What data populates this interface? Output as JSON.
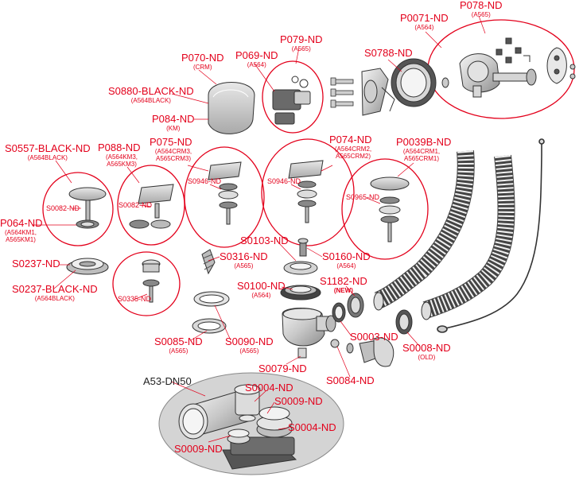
{
  "colors": {
    "label_red": "#e3001b",
    "outline": "#333333",
    "base_ellipse": "#d4d4d4"
  },
  "labels": {
    "p078": {
      "code": "P078-ND",
      "sub": "(A565)"
    },
    "p0071": {
      "code": "P0071-ND",
      "sub": "(A564)"
    },
    "p079": {
      "code": "P079-ND",
      "sub": "(A565)"
    },
    "s0788": {
      "code": "S0788-ND"
    },
    "p070": {
      "code": "P070-ND",
      "sub": "(CRM)"
    },
    "p069": {
      "code": "P069-ND",
      "sub": "(A564)"
    },
    "s0880": {
      "code": "S0880-BLACK-ND",
      "sub": "(A564BLACK)"
    },
    "p084": {
      "code": "P084-ND",
      "sub": "(KM)"
    },
    "s0557": {
      "code": "S0557-BLACK-ND",
      "sub": "(A564BLACK)"
    },
    "p088": {
      "code": "P088-ND",
      "sub": "(A564KM3, A565KM3)"
    },
    "p075": {
      "code": "P075-ND",
      "sub": "(A564CRM3, A565CRM3)"
    },
    "p074": {
      "code": "P074-ND",
      "sub": "(A564CRM2, A565CRM2)"
    },
    "p0039b": {
      "code": "P0039B-ND",
      "sub": "(A564CRM1, A565CRM1)"
    },
    "s0946a": {
      "code": "S0946-ND"
    },
    "s0946b": {
      "code": "S0946-ND"
    },
    "s0965": {
      "code": "S0965-ND"
    },
    "s0082a": {
      "code": "S0082-ND"
    },
    "s0082b": {
      "code": "S0082-ND"
    },
    "p064": {
      "code": "P064-ND",
      "sub": "(A564KM1, A565KM1)"
    },
    "s0103": {
      "code": "S0103-ND"
    },
    "s0316": {
      "code": "S0316-ND",
      "sub": "(A565)"
    },
    "s0160": {
      "code": "S0160-ND",
      "sub": "(A564)"
    },
    "s0237": {
      "code": "S0237-ND"
    },
    "s0237b": {
      "code": "S0237-BLACK-ND",
      "sub": "(A564BLACK)"
    },
    "s0335": {
      "code": "S0335-ND"
    },
    "s0100": {
      "code": "S0100-ND",
      "sub": "(A564)"
    },
    "s1182": {
      "code": "S1182-ND",
      "sub": "(NEW)"
    },
    "s0085": {
      "code": "S0085-ND",
      "sub": "(A565)"
    },
    "s0090": {
      "code": "S0090-ND",
      "sub": "(A565)"
    },
    "s0003": {
      "code": "S0003-ND"
    },
    "s0008": {
      "code": "S0008-ND",
      "sub": "(OLD)"
    },
    "s0079": {
      "code": "S0079-ND"
    },
    "s0084": {
      "code": "S0084-ND"
    },
    "a53": {
      "code": "A53-DN50"
    },
    "s0004a": {
      "code": "S0004-ND"
    },
    "s0009a": {
      "code": "S0009-ND"
    },
    "s0004b": {
      "code": "S0004-ND"
    },
    "s0009b": {
      "code": "S0009-ND"
    }
  }
}
